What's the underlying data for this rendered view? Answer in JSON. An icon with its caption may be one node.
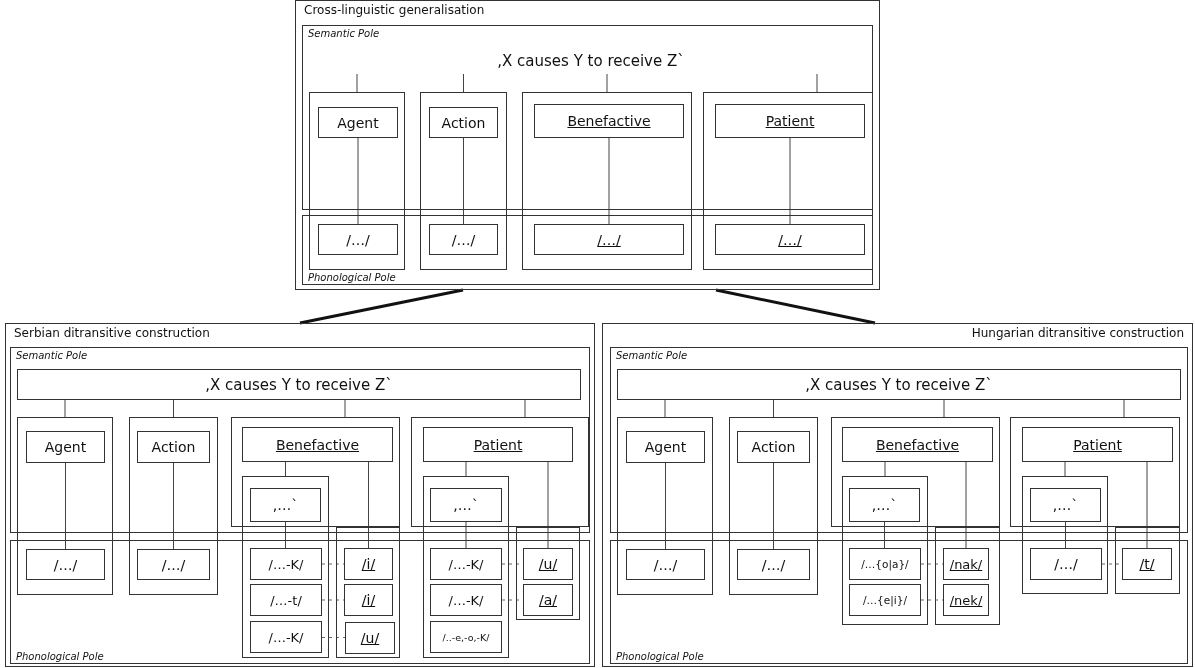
{
  "diagram": {
    "nodes": [
      {
        "text": [
          "Cross-linguistic generalisation"
        ]
      },
      {
        "text": [
          ",X causes Y to receive Z`"
        ],
        "in": 0
      },
      {
        "text": [],
        "shape": "box",
        "in": 0
      },
      {
        "text": [
          "Agent"
        ],
        "in": 2
      },
      {
        "text": [
          "/…/"
        ],
        "in": 2
      },
      {
        "text": [],
        "shape": "box",
        "in": 0
      },
      {
        "text": [
          "Action"
        ],
        "in": 5
      },
      {
        "text": [
          "/…/"
        ],
        "in": 5
      },
      {
        "text": [],
        "shape": "box",
        "in": 0
      },
      {
        "text": [
          "Benefactive"
        ],
        "in": 8
      },
      {
        "text": [
          "/…/"
        ],
        "in": 8
      },
      {
        "text": [],
        "shape": "box",
        "in": 0
      },
      {
        "text": [
          "Patient"
        ],
        "in": 11
      },
      {
        "text": [
          "/…/"
        ],
        "in": 11
      },
      {
        "text": [
          "Serbian ditransitive construction"
        ]
      },
      {
        "text": [
          ",X causes Y to receive Z`"
        ],
        "in": 14
      },
      {
        "text": [],
        "shape": "box",
        "in": 14
      },
      {
        "text": [
          "Agent"
        ],
        "in": 16
      },
      {
        "text": [
          "/…/"
        ],
        "in": 16
      },
      {
        "text": [],
        "shape": "box",
        "in": 14
      },
      {
        "text": [
          "Action"
        ],
        "in": 19
      },
      {
        "text": [
          "/…/"
        ],
        "in": 19
      },
      {
        "text": [],
        "shape": "box",
        "in": 14
      },
      {
        "text": [
          "Benefactive"
        ],
        "in": 22
      },
      {
        "text": [],
        "shape": "box",
        "in": 14
      },
      {
        "text": [
          ",…`"
        ]
      },
      {
        "text": [
          "/…-K/"
        ],
        "in": 24
      },
      {
        "text": [
          "/…-t/"
        ],
        "in": 24
      },
      {
        "text": [
          "/…-K/"
        ],
        "in": 24
      },
      {
        "text": [],
        "shape": "box",
        "in": 14
      },
      {
        "text": [
          "/i/"
        ],
        "in": 29
      },
      {
        "text": [
          "/i/"
        ],
        "in": 29
      },
      {
        "text": [
          "/u/"
        ],
        "in": 29
      },
      {
        "text": [],
        "shape": "box",
        "in": 14
      },
      {
        "text": [
          "Patient"
        ],
        "in": 33
      },
      {
        "text": [],
        "shape": "box",
        "in": 14
      },
      {
        "text": [
          ",…`"
        ]
      },
      {
        "text": [
          "/…-K/"
        ],
        "in": 35
      },
      {
        "text": [
          "/…-K/"
        ],
        "in": 35
      },
      {
        "text": [
          "/..-e,-o,-K/"
        ],
        "in": 35
      },
      {
        "text": [],
        "shape": "box",
        "in": 14
      },
      {
        "text": [
          "/u/"
        ],
        "in": 40
      },
      {
        "text": [
          "/a/"
        ],
        "in": 40
      },
      {
        "text": [
          "Hungarian ditransitive construction"
        ]
      },
      {
        "text": [
          ",X causes Y to receive Z`"
        ],
        "in": 43
      },
      {
        "text": [],
        "shape": "box",
        "in": 43
      },
      {
        "text": [
          "Agent"
        ],
        "in": 45
      },
      {
        "text": [
          "/…/"
        ],
        "in": 45
      },
      {
        "text": [],
        "shape": "box",
        "in": 43
      },
      {
        "text": [
          "Action"
        ],
        "in": 48
      },
      {
        "text": [
          "/…/"
        ],
        "in": 48
      },
      {
        "text": [],
        "shape": "box",
        "in": 43
      },
      {
        "text": [
          "Benefactive"
        ],
        "in": 51
      },
      {
        "text": [],
        "shape": "box",
        "in": 43
      },
      {
        "text": [
          ",…`"
        ]
      },
      {
        "text": [
          "/…{o|a}/"
        ],
        "in": 53
      },
      {
        "text": [
          "/…{e|i}/"
        ],
        "in": 53
      },
      {
        "text": [],
        "shape": "box",
        "in": 43
      },
      {
        "text": [
          "/nak/"
        ],
        "in": 57
      },
      {
        "text": [
          "/nek/"
        ],
        "in": 57
      },
      {
        "text": [],
        "shape": "box",
        "in": 43
      },
      {
        "text": [
          "Patient"
        ],
        "in": 60
      },
      {
        "text": [],
        "shape": "box",
        "in": 43
      },
      {
        "text": [
          ",…`"
        ]
      },
      {
        "text": [
          "/…/"
        ],
        "in": 62
      },
      {
        "text": [],
        "shape": "box",
        "in": 43
      },
      {
        "text": [
          "/t/"
        ],
        "in": 65
      }
    ],
    "edges": [
      {
        "from": null,
        "to": 2,
        "arrow": "none"
      },
      {
        "from": 1,
        "to": 5,
        "arrow": "none"
      },
      {
        "from": 1,
        "to": 8,
        "arrow": "none"
      },
      {
        "from": null,
        "to": 11,
        "arrow": "none"
      },
      {
        "from": 3,
        "to": 4,
        "arrow": "none"
      },
      {
        "from": 6,
        "to": 7,
        "arrow": "none"
      },
      {
        "from": 9,
        "to": 10,
        "arrow": "none"
      },
      {
        "from": 12,
        "to": 13,
        "arrow": "none"
      },
      {
        "from": 0,
        "to": 14,
        "arrow": "none",
        "style": "thick"
      },
      {
        "from": 0,
        "to": 43,
        "arrow": "none",
        "style": "thick"
      },
      {
        "from": 15,
        "to": 16,
        "arrow": "none"
      },
      {
        "from": 15,
        "to": 19,
        "arrow": "none"
      },
      {
        "from": 15,
        "to": 22,
        "arrow": "none"
      },
      {
        "from": 15,
        "to": 33,
        "arrow": "none"
      },
      {
        "from": 17,
        "to": 18,
        "arrow": "none"
      },
      {
        "from": 20,
        "to": 21,
        "arrow": "none"
      },
      {
        "from": 23,
        "to": 24,
        "arrow": "none"
      },
      {
        "from": 23,
        "to": 30,
        "arrow": "none"
      },
      {
        "from": 25,
        "to": 26,
        "arrow": "none"
      },
      {
        "from": 26,
        "to": 30,
        "arrow": "none",
        "style": "dashed"
      },
      {
        "from": 27,
        "to": 31,
        "arrow": "none",
        "style": "dashed"
      },
      {
        "from": 28,
        "to": 32,
        "arrow": "none",
        "style": "dashed"
      },
      {
        "from": 34,
        "to": 35,
        "arrow": "none"
      },
      {
        "from": 34,
        "to": 41,
        "arrow": "none"
      },
      {
        "from": 36,
        "to": 37,
        "arrow": "none"
      },
      {
        "from": 37,
        "to": 41,
        "arrow": "none",
        "style": "dashed"
      },
      {
        "from": 38,
        "to": 42,
        "arrow": "none",
        "style": "dashed"
      },
      {
        "from": 44,
        "to": 45,
        "arrow": "none"
      },
      {
        "from": 44,
        "to": 48,
        "arrow": "none"
      },
      {
        "from": 44,
        "to": 51,
        "arrow": "none"
      },
      {
        "from": 44,
        "to": 60,
        "arrow": "none"
      },
      {
        "from": 46,
        "to": 47,
        "arrow": "none"
      },
      {
        "from": 49,
        "to": 50,
        "arrow": "none"
      },
      {
        "from": 52,
        "to": 53,
        "arrow": "none"
      },
      {
        "from": 52,
        "to": 58,
        "arrow": "none"
      },
      {
        "from": 54,
        "to": 55,
        "arrow": "none"
      },
      {
        "from": 55,
        "to": 58,
        "arrow": "none",
        "style": "dashed"
      },
      {
        "from": 56,
        "to": 59,
        "arrow": "none",
        "style": "dashed"
      },
      {
        "from": 61,
        "to": 62,
        "arrow": "none"
      },
      {
        "from": 61,
        "to": 66,
        "arrow": "none"
      },
      {
        "from": 63,
        "to": 64,
        "arrow": "none"
      },
      {
        "from": 64,
        "to": 66,
        "arrow": "none",
        "style": "dashed"
      }
    ],
    "labels": [
      "Semantic Pole",
      "Phonological Pole",
      "Semantic Pole",
      "Phonological Pole",
      "Semantic Pole",
      "Phonological Pole"
    ]
  }
}
